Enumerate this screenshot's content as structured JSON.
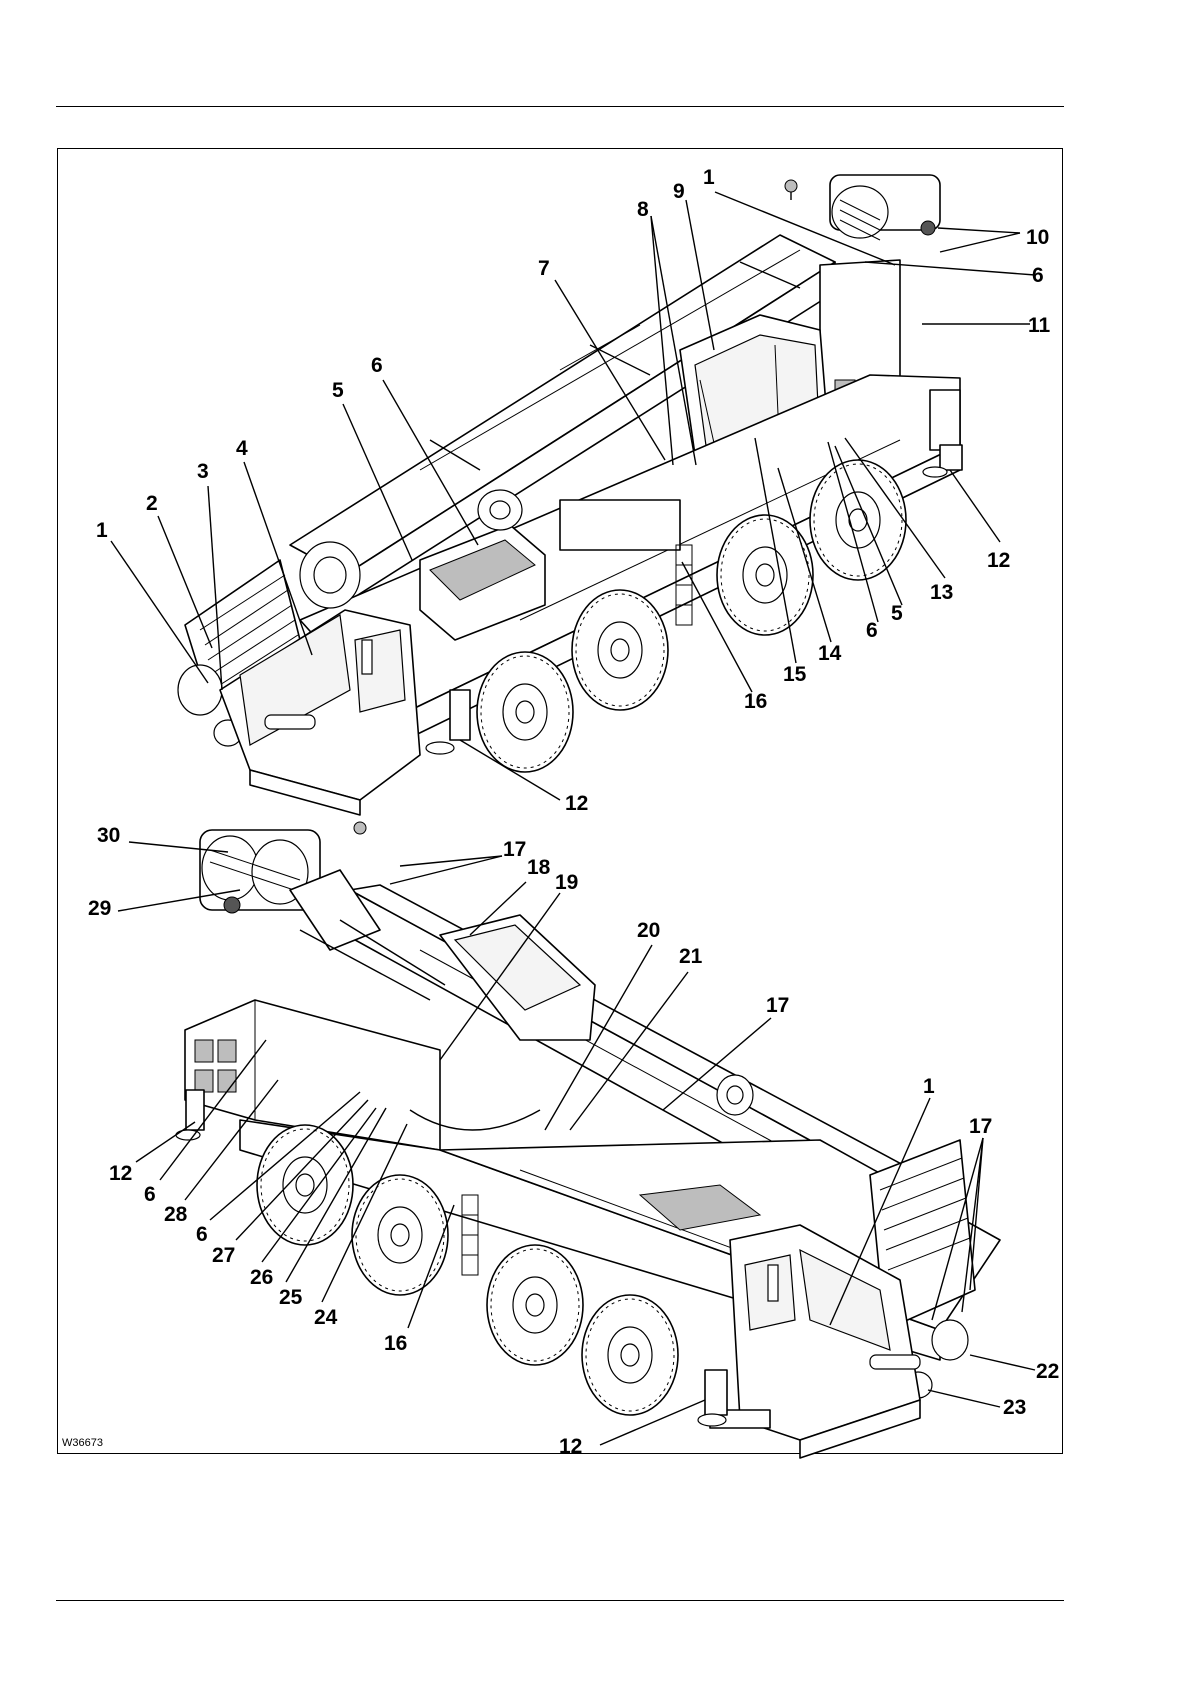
{
  "figure": {
    "id": "W36673",
    "callouts_top": [
      "1",
      "2",
      "3",
      "4",
      "5",
      "6",
      "1",
      "9",
      "8",
      "7",
      "10",
      "6",
      "11",
      "12",
      "13",
      "5",
      "6",
      "14",
      "15",
      "16",
      "12"
    ],
    "callouts_bottom": [
      "30",
      "29",
      "17",
      "18",
      "19",
      "20",
      "21",
      "17",
      "1",
      "17",
      "12",
      "6",
      "28",
      "6",
      "27",
      "26",
      "25",
      "24",
      "16",
      "22",
      "23",
      "12"
    ]
  }
}
